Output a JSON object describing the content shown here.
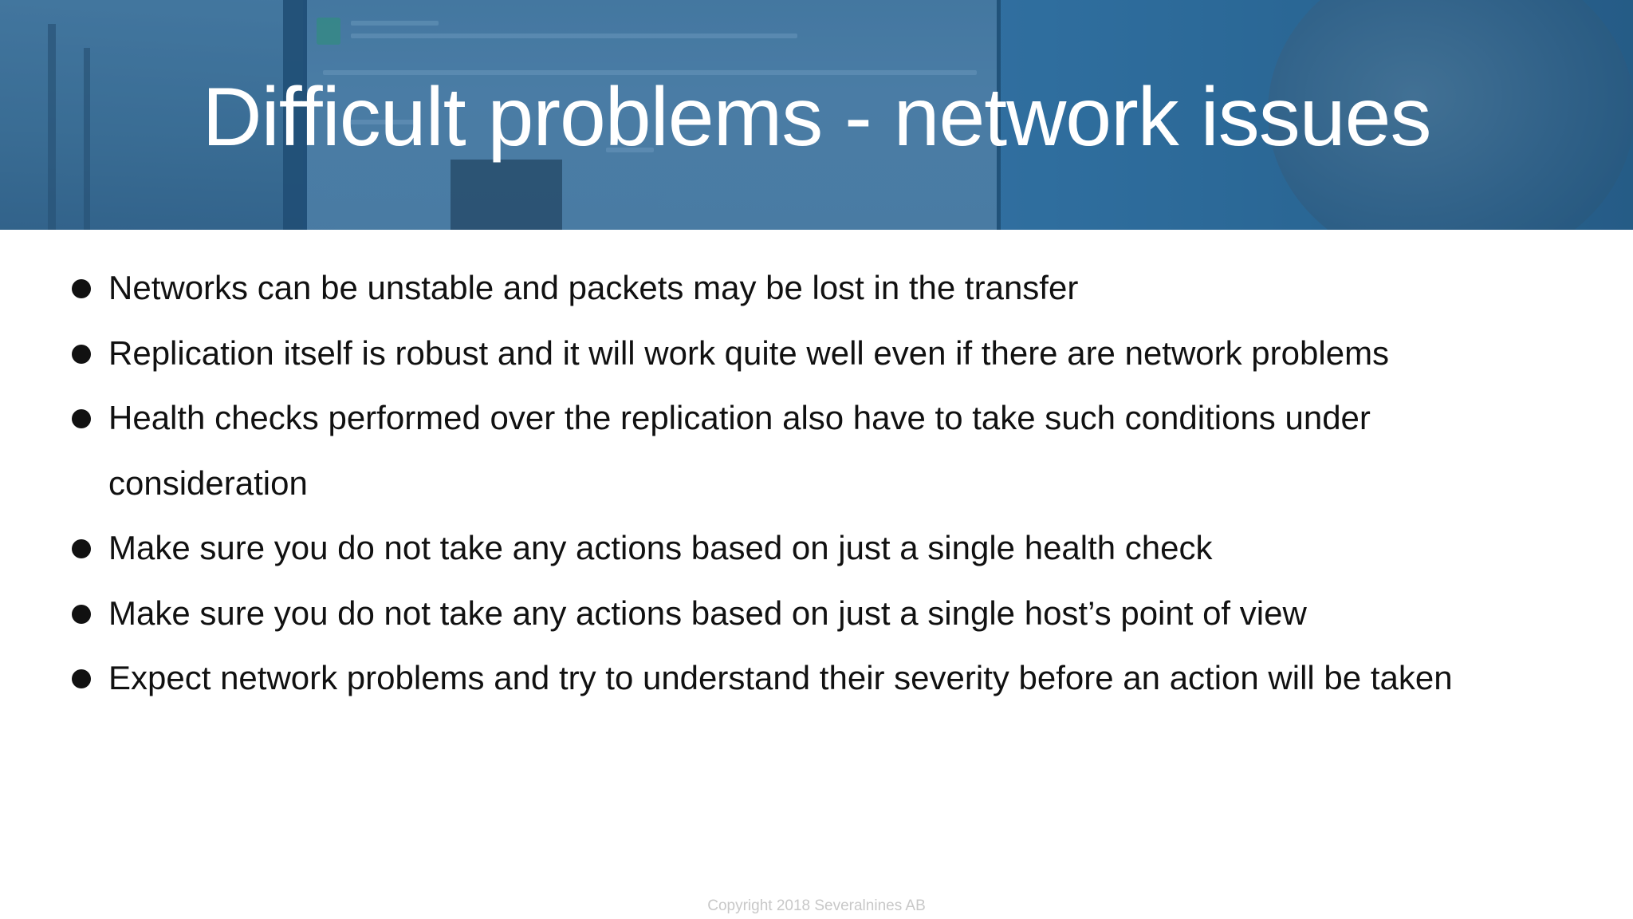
{
  "slide": {
    "title": "Difficult problems - network issues",
    "bullets": [
      "Networks can be unstable and packets may be lost in the transfer",
      "Replication itself is robust and it will work quite well even if there are network problems",
      "Health checks performed over the replication also have to take such conditions under consideration",
      "Make sure you do not take any actions based on just a single health check",
      "Make sure you do not take any actions based on just a single host’s point of view",
      "Expect network problems and try to understand their severity before an action will be taken"
    ],
    "footer": "Copyright 2018 Severalnines AB"
  },
  "colors": {
    "banner": "#3773a1",
    "title_text": "#ffffff",
    "body_text": "#111111",
    "footer_text": "#c8c8c8"
  }
}
